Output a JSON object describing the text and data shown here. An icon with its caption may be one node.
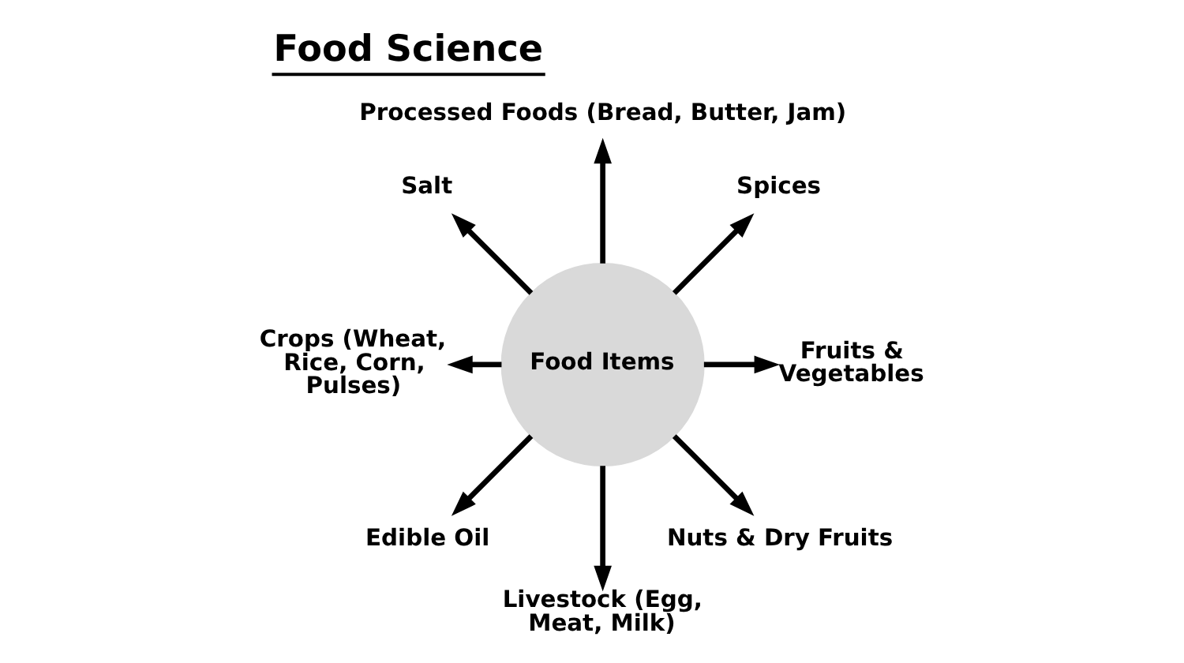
{
  "diagram": {
    "title": "Food Science",
    "nodes": [
      {
        "text": [
          "Processed Foods (Bread, Butter, Jam)"
        ]
      },
      {
        "text": [
          "Salt"
        ]
      },
      {
        "text": [
          "Spices"
        ]
      },
      {
        "text": [
          "Crops (Wheat, Rice, Corn, Pulses)"
        ]
      },
      {
        "text": [
          "Food Items"
        ]
      },
      {
        "text": [
          "Fruits & Vegetables"
        ]
      },
      {
        "text": [
          "Edible Oil"
        ]
      },
      {
        "text": [
          "Nuts & Dry Fruits"
        ]
      },
      {
        "text": [
          "Livestock (Egg, Meat, Milk)"
        ]
      }
    ],
    "edges": [
      {
        "from": 4,
        "to": 0,
        "arrow": "to"
      },
      {
        "from": 4,
        "to": 2,
        "arrow": "to"
      },
      {
        "from": 4,
        "to": 5,
        "arrow": "to"
      },
      {
        "from": 4,
        "to": 7,
        "arrow": "to"
      },
      {
        "from": 4,
        "to": 8,
        "arrow": "to"
      },
      {
        "from": 4,
        "to": 6,
        "arrow": "to"
      },
      {
        "from": 4,
        "to": 3,
        "arrow": "to"
      },
      {
        "from": 4,
        "to": 1,
        "arrow": "to"
      }
    ]
  }
}
